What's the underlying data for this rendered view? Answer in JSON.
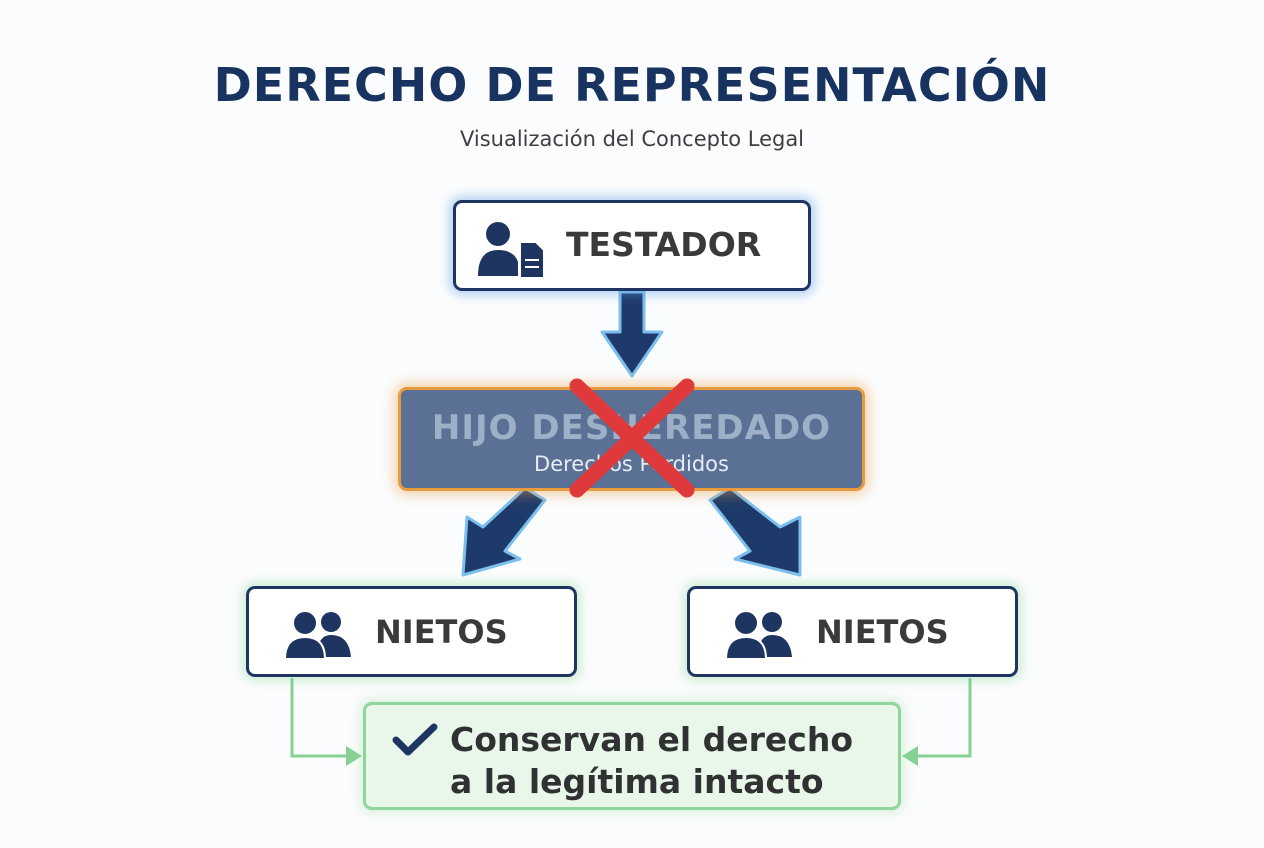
{
  "title": "DERECHO DE REPRESENTACIÓN",
  "subtitle": "Visualización del Concepto Legal",
  "nodes": {
    "testador": {
      "label": "TESTADOR",
      "icon": "person-document-icon"
    },
    "hijo": {
      "label": "HIJO DESHEREDADO",
      "sublabel": "Derechos Perdidos",
      "status": "crossed-out"
    },
    "nietos_left": {
      "label": "NIETOS",
      "icon": "group-icon"
    },
    "nietos_right": {
      "label": "NIETOS",
      "icon": "group-icon"
    },
    "result": {
      "line1": "Conservan el derecho",
      "line2": "a la legítima intacto",
      "icon": "checkmark-icon"
    }
  },
  "colors": {
    "navy": "#1e3561",
    "title": "#18335f",
    "orange_border": "#e79a3e",
    "disinherited_fill": "#5a7094",
    "cross": "#e0393c",
    "green_border": "#8fd49a",
    "green_fill": "#e9f7ea",
    "green_connector": "#86d193"
  }
}
